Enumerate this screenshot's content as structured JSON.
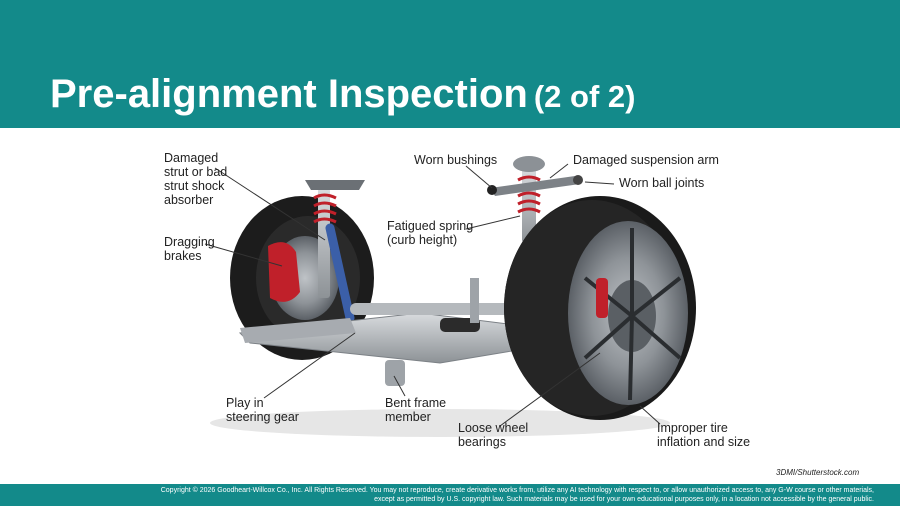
{
  "slide": {
    "title": "Pre-alignment Inspection",
    "subtitle": "(2 of 2)"
  },
  "figure": {
    "labels": {
      "damaged_strut": [
        "Damaged",
        "strut or bad",
        "strut shock",
        "absorber"
      ],
      "dragging_brakes": [
        "Dragging",
        "brakes"
      ],
      "worn_bushings": "Worn bushings",
      "damaged_arm": "Damaged suspension arm",
      "worn_ball_joints": "Worn ball joints",
      "fatigued_spring": [
        "Fatigued spring",
        "(curb height)"
      ],
      "play_steering": [
        "Play in",
        "steering gear"
      ],
      "bent_frame": [
        "Bent frame",
        "member"
      ],
      "loose_bearings": [
        "Loose wheel",
        "bearings"
      ],
      "improper_tire": [
        "Improper tire",
        "inflation and size"
      ]
    },
    "credit": "3DMI/Shutterstock.com"
  },
  "footer": {
    "copyright_line1": "Copyright © 2026 Goodheart-Willcox Co., Inc. All Rights Reserved. You may not reproduce, create derivative works from, utilize any AI technology with respect to, or allow unauthorized access to, any G-W course or other materials,",
    "copyright_line2": "except as permitted by U.S. copyright law. Such materials may be used for your own educational purposes only, in a location not accessible by the general public."
  },
  "colors": {
    "header": "#138a8a",
    "brake_caliper": "#c0202a",
    "spring": "#c0202a"
  }
}
